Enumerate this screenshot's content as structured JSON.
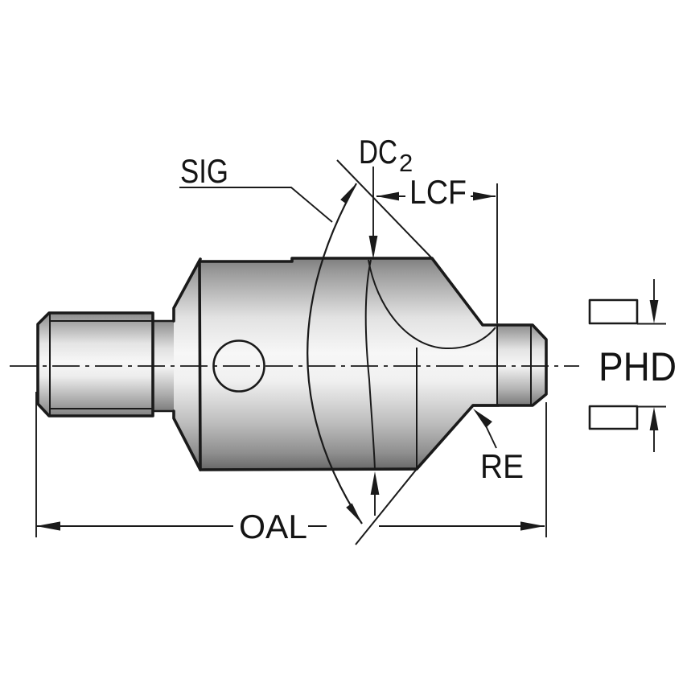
{
  "drawing": {
    "kind": "technical-dimension-drawing",
    "subject": "countersink-step-tool-side-view"
  },
  "labels": {
    "sig": "SIG",
    "dc": "DC",
    "dc_sub": "2",
    "lcf": "LCF",
    "phd": "PHD",
    "re": "RE",
    "oal": "OAL"
  },
  "colors": {
    "background": "#ffffff",
    "line": "#1a1a1a",
    "metal_highlight": "#f7f7f7",
    "metal_shadow": "#6b6b6b",
    "hatch_fill": "#dcdcdc"
  }
}
